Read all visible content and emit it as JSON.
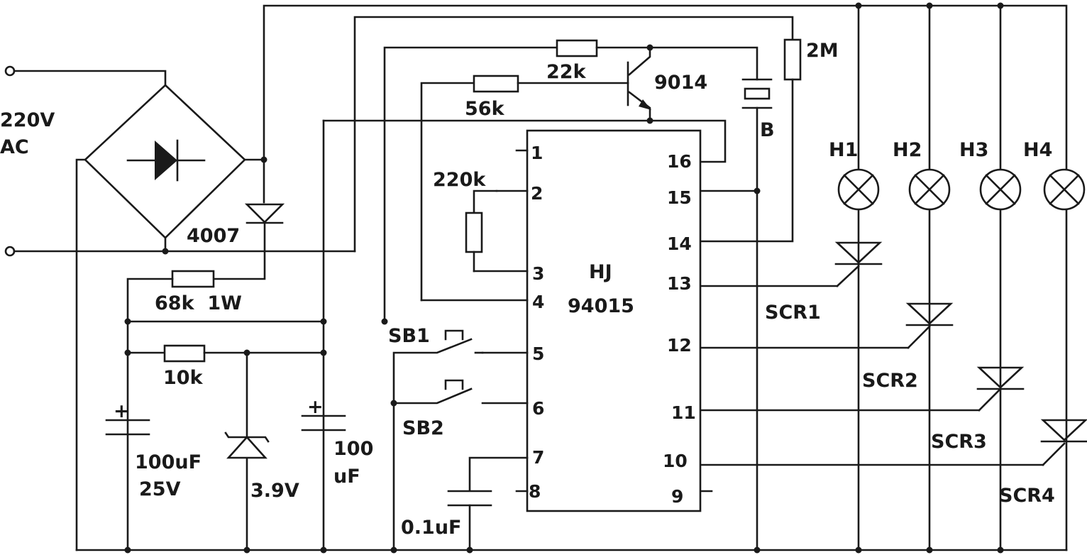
{
  "labels": {
    "supply_voltage": "220V",
    "supply_type": "AC",
    "rectifier_diode": "4007",
    "res_68k": "68k  1W",
    "res_10k": "10k",
    "cap_100uf_a_value": "100uF",
    "cap_100uf_a_voltage": "25V",
    "zener": "3.9V",
    "cap_100uf_b_value": "100",
    "cap_100uf_b_unit": "uF",
    "res_22k": "22k",
    "res_56k": "56k",
    "res_220k": "220k",
    "res_2m": "2M",
    "transistor": "9014",
    "buzzer": "B",
    "ic_name_1": "HJ",
    "ic_name_2": "94015",
    "switch_1": "SB1",
    "switch_2": "SB2",
    "cap_01uf": "0.1uF",
    "scr_1": "SCR1",
    "scr_2": "SCR2",
    "scr_3": "SCR3",
    "scr_4": "SCR4",
    "lamp_1": "H1",
    "lamp_2": "H2",
    "lamp_3": "H3",
    "lamp_4": "H4"
  },
  "ic_pins": {
    "left": [
      "1",
      "2",
      "3",
      "4",
      "5",
      "6",
      "7",
      "8"
    ],
    "right": [
      "16",
      "15",
      "14",
      "13",
      "12",
      "11",
      "10",
      "9"
    ]
  },
  "colors": {
    "ink": "#1a1a1a",
    "paper": "#ffffff"
  }
}
